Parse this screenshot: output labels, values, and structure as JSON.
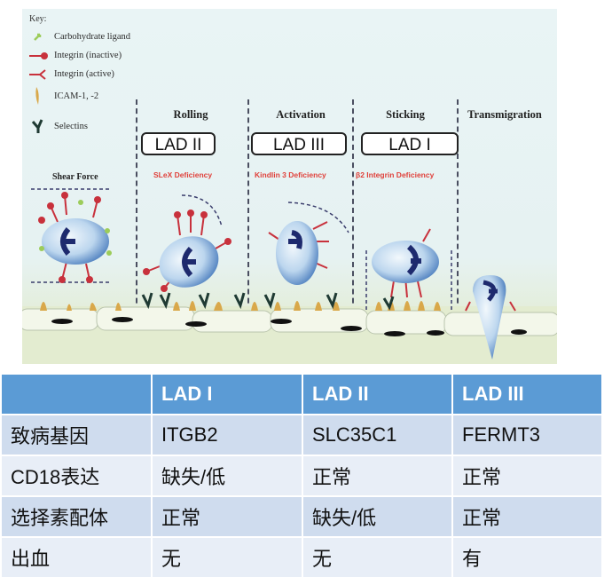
{
  "figure": {
    "key": {
      "title": "Key:",
      "items": [
        {
          "label": "Carbohydrate ligand",
          "icon": "carbohydrate-ligand-icon",
          "color": "#9ccc5a"
        },
        {
          "label": "Integrin (inactive)",
          "icon": "integrin-inactive-icon",
          "color": "#c8313c"
        },
        {
          "label": "Integrin (active)",
          "icon": "integrin-active-icon",
          "color": "#c8313c"
        },
        {
          "label": "ICAM-1, -2",
          "icon": "icam-icon",
          "color": "#d9a84a"
        },
        {
          "label": "Selectins",
          "icon": "selectin-icon",
          "color": "#1f3a33"
        }
      ]
    },
    "shear_force": "Shear Force",
    "stages": [
      {
        "title": "Rolling",
        "lad": "LAD II",
        "deficiency": "SLeX Deficiency"
      },
      {
        "title": "Activation",
        "lad": "LAD III",
        "deficiency": "Kindlin 3 Deficiency"
      },
      {
        "title": "Sticking",
        "lad": "LAD I",
        "deficiency": "β2 Integrin Deficiency"
      },
      {
        "title": "Transmigration"
      }
    ],
    "colors": {
      "deficiency": "#e0403a",
      "cell": "#7fb0e0",
      "nucleus": "#1e2a6e"
    }
  },
  "table": {
    "headers": [
      "",
      "LAD I",
      "LAD II",
      "LAD III"
    ],
    "rows": [
      [
        "致病基因",
        "ITGB2",
        "SLC35C1",
        "FERMT3"
      ],
      [
        "CD18表达",
        "缺失/低",
        "正常",
        "正常"
      ],
      [
        "选择素配体",
        "正常",
        "缺失/低",
        "正常"
      ],
      [
        "出血",
        "无",
        "无",
        "有"
      ]
    ],
    "colors": {
      "header": "#5b9bd5",
      "row_dark": "#cfdcee",
      "row_light": "#e8eef7"
    }
  }
}
